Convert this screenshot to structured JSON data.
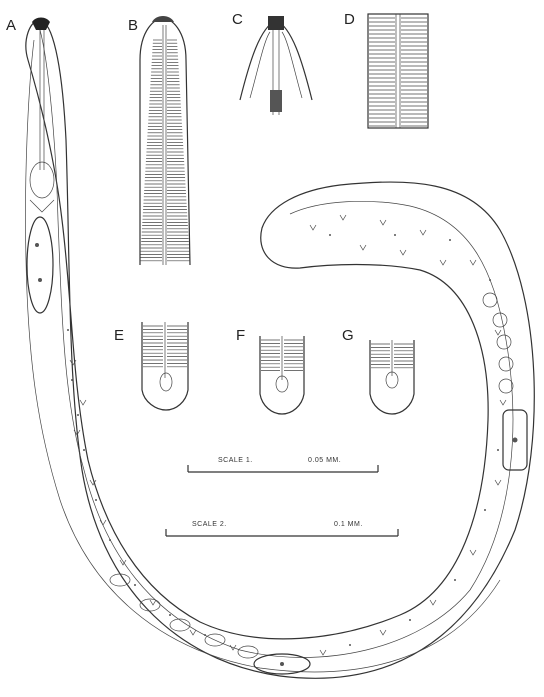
{
  "panels": {
    "a": "A",
    "b": "B",
    "c": "C",
    "d": "D",
    "e": "E",
    "f": "F",
    "g": "G"
  },
  "scale1": {
    "label": "SCALE 1.",
    "value": "0.05 MM."
  },
  "scale2": {
    "label": "SCALE 2.",
    "value": "0.1 MM."
  },
  "colors": {
    "ink": "#333333",
    "paper": "#ffffff"
  }
}
